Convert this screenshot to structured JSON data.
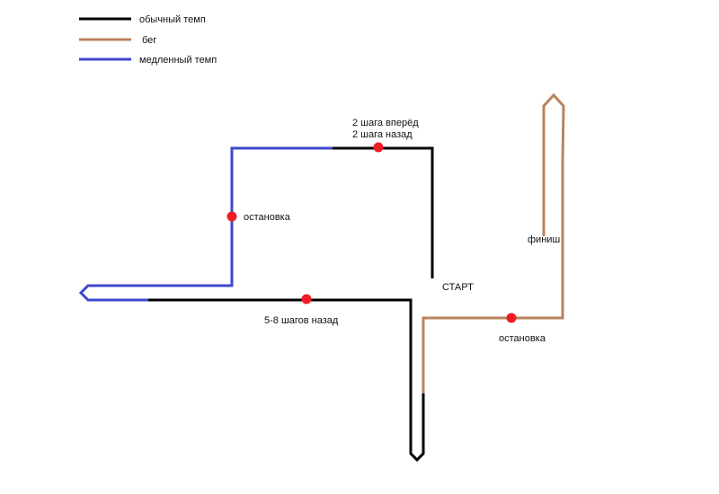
{
  "colors": {
    "normal": "#000000",
    "run": "#b9835d",
    "slow": "#3f48cc",
    "stop": "#ee1c25"
  },
  "legend": {
    "normal": "обычный темп",
    "run": "бег",
    "slow": "медленный темп"
  },
  "labels": {
    "two_steps_forward": "2 шага вперёд",
    "two_steps_back": "2 шага назад",
    "stop_left": "остановка",
    "start": "СТАРТ",
    "finish": "финиш",
    "steps_back": "5-8 шагов назад",
    "stop_right": "остановка"
  }
}
